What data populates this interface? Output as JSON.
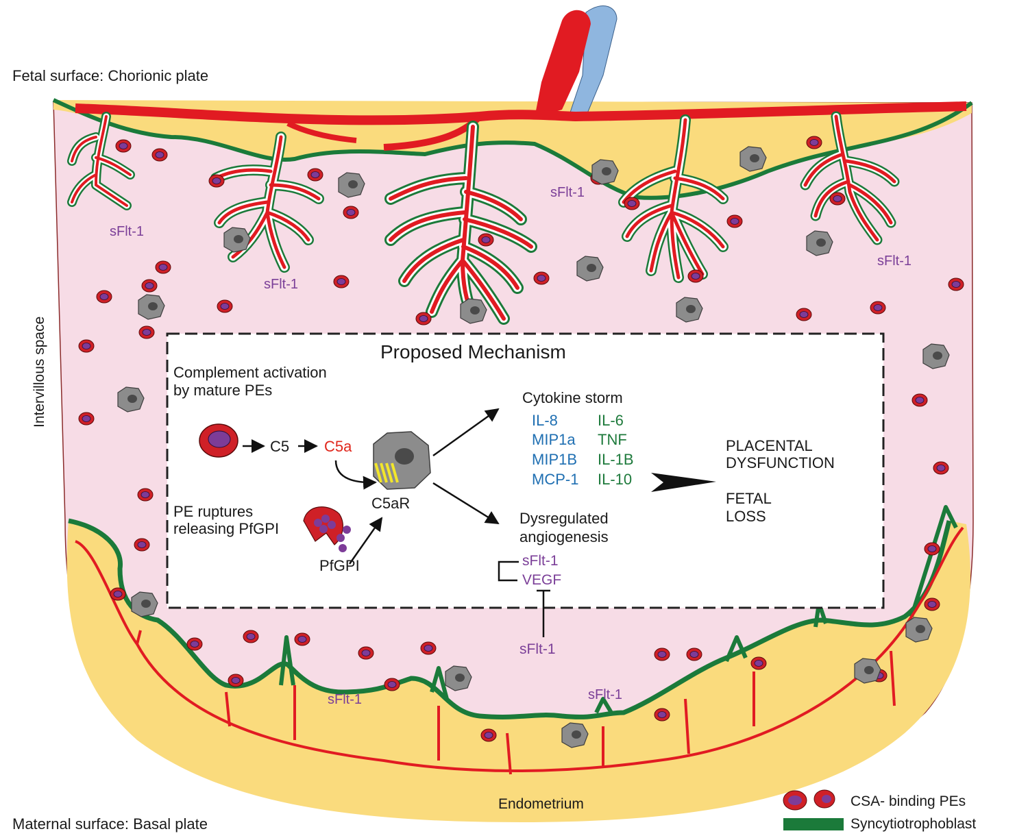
{
  "labels": {
    "fetal_surface": "Fetal surface: Chorionic plate",
    "maternal_surface": "Maternal surface: Basal plate",
    "intervillous_space": "Intervillous space",
    "endometrium": "Endometrium",
    "sflt1": "sFlt-1"
  },
  "mechanism": {
    "title": "Proposed Mechanism",
    "complement_line1": "Complement activation",
    "complement_line2": "by mature PEs",
    "c5": "C5",
    "c5a": "C5a",
    "c5ar": "C5aR",
    "pe_rupture_line1": "PE ruptures",
    "pe_rupture_line2": "releasing PfGPI",
    "pfgpi": "PfGPI",
    "cytokine_title": "Cytokine storm",
    "cytokines_blue": [
      "IL-8",
      "MIP1a",
      "MIP1B",
      "MCP-1"
    ],
    "cytokines_green": [
      "IL-6",
      "TNF",
      "IL-1B",
      "IL-10"
    ],
    "dysreg_line1": "Dysregulated",
    "dysreg_line2": "angiogenesis",
    "sflt1": "sFlt-1",
    "vegf": "VEGF",
    "outcome_line1": "PLACENTAL",
    "outcome_line2": "DYSFUNCTION",
    "outcome_line3": "FETAL",
    "outcome_line4": "LOSS"
  },
  "legend": {
    "pe_label": "CSA- binding PEs",
    "syncytio_label": "Syncytiotrophoblast"
  },
  "colors": {
    "intervillous": "#f7dce6",
    "plate": "#fadb7d",
    "vessel_red": "#e11b22",
    "vessel_blue": "#8fb6df",
    "syncytio_green": "#1b7a3a",
    "macrophage": "#8c8c8c",
    "pe_red": "#cf2027",
    "parasite_purple": "#7d3c98"
  }
}
